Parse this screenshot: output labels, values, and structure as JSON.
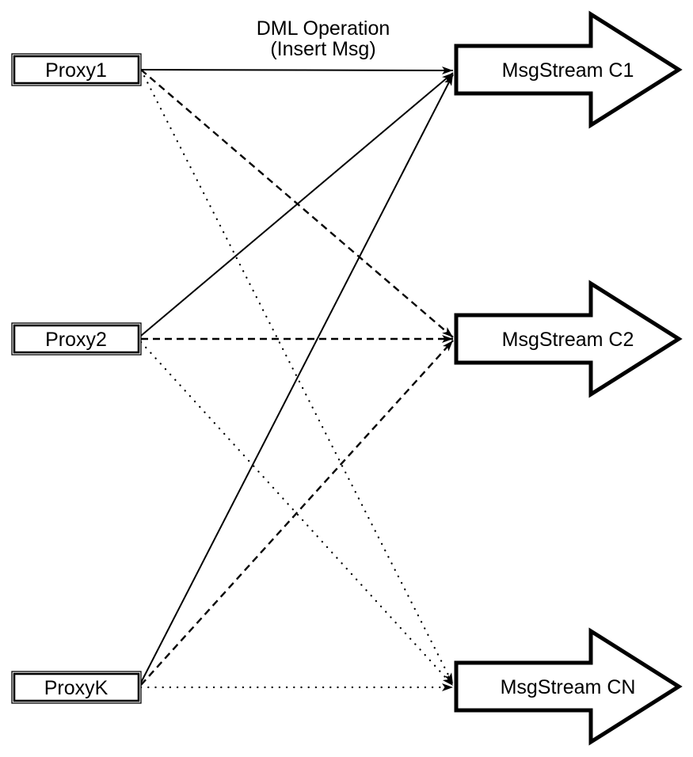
{
  "diagram": {
    "type": "fanout-diagram",
    "edge_label": {
      "line1": "DML Operation",
      "line2": "(Insert Msg)"
    },
    "proxies": [
      {
        "label": "Proxy1"
      },
      {
        "label": "Proxy2"
      },
      {
        "label": "ProxyK"
      }
    ],
    "streams": [
      {
        "label": "MsgStream C1",
        "incoming_line_style": "solid"
      },
      {
        "label": "MsgStream C2",
        "incoming_line_style": "dashed"
      },
      {
        "label": "MsgStream CN",
        "incoming_line_style": "dotted"
      }
    ],
    "connections": [
      {
        "from": "Proxy1",
        "to": "MsgStream C1",
        "style": "solid",
        "label": "DML Operation (Insert Msg)"
      },
      {
        "from": "Proxy1",
        "to": "MsgStream C2",
        "style": "dashed"
      },
      {
        "from": "Proxy1",
        "to": "MsgStream CN",
        "style": "dotted"
      },
      {
        "from": "Proxy2",
        "to": "MsgStream C1",
        "style": "solid"
      },
      {
        "from": "Proxy2",
        "to": "MsgStream C2",
        "style": "dashed"
      },
      {
        "from": "Proxy2",
        "to": "MsgStream CN",
        "style": "dotted"
      },
      {
        "from": "ProxyK",
        "to": "MsgStream C1",
        "style": "solid"
      },
      {
        "from": "ProxyK",
        "to": "MsgStream C2",
        "style": "dashed"
      },
      {
        "from": "ProxyK",
        "to": "MsgStream CN",
        "style": "dotted"
      }
    ],
    "colors": {
      "stroke": "#000000",
      "fill": "#ffffff",
      "background": "#ffffff"
    }
  }
}
